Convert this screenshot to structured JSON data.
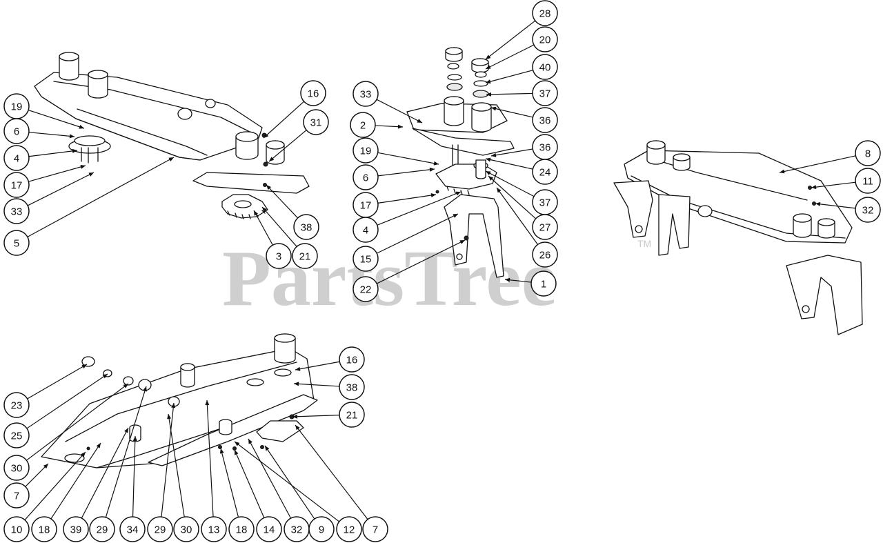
{
  "watermark": {
    "text": "PartsTree",
    "trademark": "TM",
    "color": "#cfcfcf"
  },
  "callouts": [
    {
      "label": "19"
    },
    {
      "label": "6"
    },
    {
      "label": "4"
    },
    {
      "label": "17"
    },
    {
      "label": "33"
    },
    {
      "label": "5"
    },
    {
      "label": "16"
    },
    {
      "label": "31"
    },
    {
      "label": "38"
    },
    {
      "label": "3"
    },
    {
      "label": "21"
    },
    {
      "label": "28"
    },
    {
      "label": "20"
    },
    {
      "label": "40"
    },
    {
      "label": "37"
    },
    {
      "label": "36"
    },
    {
      "label": "33"
    },
    {
      "label": "2"
    },
    {
      "label": "36"
    },
    {
      "label": "24"
    },
    {
      "label": "19"
    },
    {
      "label": "6"
    },
    {
      "label": "37"
    },
    {
      "label": "17"
    },
    {
      "label": "27"
    },
    {
      "label": "4"
    },
    {
      "label": "26"
    },
    {
      "label": "15"
    },
    {
      "label": "22"
    },
    {
      "label": "1"
    },
    {
      "label": "8"
    },
    {
      "label": "11"
    },
    {
      "label": "32"
    },
    {
      "label": "16"
    },
    {
      "label": "38"
    },
    {
      "label": "23"
    },
    {
      "label": "21"
    },
    {
      "label": "25"
    },
    {
      "label": "30"
    },
    {
      "label": "7"
    },
    {
      "label": "10"
    },
    {
      "label": "18"
    },
    {
      "label": "39"
    },
    {
      "label": "29"
    },
    {
      "label": "34"
    },
    {
      "label": "29"
    },
    {
      "label": "30"
    },
    {
      "label": "13"
    },
    {
      "label": "18"
    },
    {
      "label": "14"
    },
    {
      "label": "32"
    },
    {
      "label": "9"
    },
    {
      "label": "12"
    },
    {
      "label": "7"
    }
  ]
}
